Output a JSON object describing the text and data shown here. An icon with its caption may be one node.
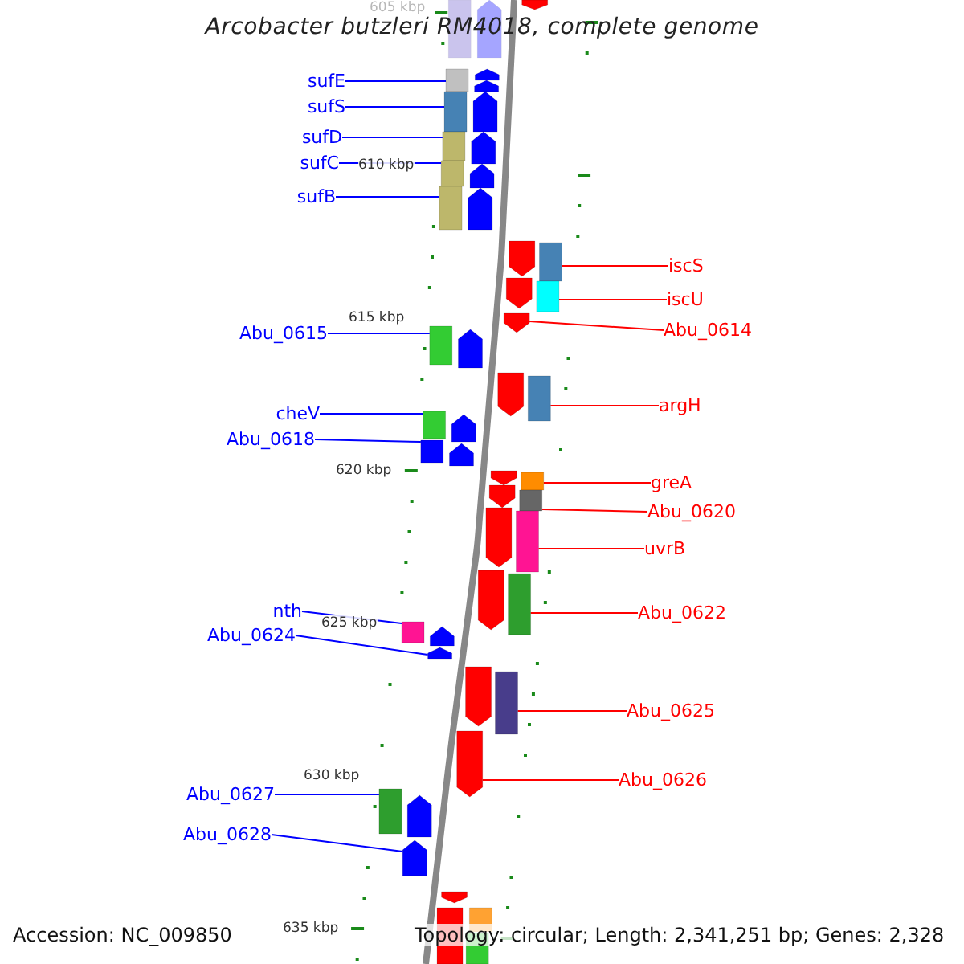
{
  "diagram": {
    "title": "Arcobacter butzleri RM4018, complete genome",
    "nodes": [
      {
        "text": [
          "sufE"
        ]
      },
      {
        "text": [],
        "shape": "bar"
      },
      {
        "text": [
          "sufS"
        ]
      },
      {
        "text": [],
        "shape": "bar"
      },
      {
        "text": [
          "sufD"
        ]
      },
      {
        "text": [],
        "shape": "bar"
      },
      {
        "text": [
          "sufC"
        ]
      },
      {
        "text": [],
        "shape": "bar"
      },
      {
        "text": [
          "sufB"
        ]
      },
      {
        "text": [],
        "shape": "bar"
      },
      {
        "text": [
          "iscS"
        ]
      },
      {
        "text": [],
        "shape": "bar"
      },
      {
        "text": [
          "iscU"
        ]
      },
      {
        "text": [],
        "shape": "bar"
      },
      {
        "text": [
          "Abu_0614"
        ]
      },
      {
        "text": [],
        "shape": "bar"
      },
      {
        "text": [
          "Abu_0615"
        ]
      },
      {
        "text": [],
        "shape": "bar"
      },
      {
        "text": [
          "argH"
        ]
      },
      {
        "text": [],
        "shape": "bar"
      },
      {
        "text": [
          "cheV"
        ]
      },
      {
        "text": [],
        "shape": "bar"
      },
      {
        "text": [
          "Abu_0618"
        ]
      },
      {
        "text": [],
        "shape": "bar"
      },
      {
        "text": [
          "greA"
        ]
      },
      {
        "text": [],
        "shape": "bar"
      },
      {
        "text": [
          "Abu_0620"
        ]
      },
      {
        "text": [],
        "shape": "bar"
      },
      {
        "text": [
          "uvrB"
        ]
      },
      {
        "text": [],
        "shape": "bar"
      },
      {
        "text": [
          "nth"
        ]
      },
      {
        "text": [],
        "shape": "bar"
      },
      {
        "text": [
          "Abu_0622"
        ]
      },
      {
        "text": [],
        "shape": "bar"
      },
      {
        "text": [
          "Abu_0624"
        ]
      },
      {
        "text": [],
        "shape": "bar"
      },
      {
        "text": [
          "Abu_0625"
        ]
      },
      {
        "text": [],
        "shape": "bar"
      },
      {
        "text": [
          "Abu_0626"
        ]
      },
      {
        "text": [],
        "shape": "bar"
      },
      {
        "text": [
          "Abu_0627"
        ]
      },
      {
        "text": [],
        "shape": "bar"
      },
      {
        "text": [
          "Abu_0628"
        ]
      },
      {
        "text": [],
        "shape": "bar"
      },
      {
        "text": [],
        "shape": "bar"
      },
      {
        "text": [],
        "shape": "bar"
      },
      {
        "text": [],
        "shape": "bar"
      },
      {
        "text": [],
        "shape": "bar"
      },
      {
        "text": [],
        "shape": "bar"
      },
      {
        "text": [],
        "shape": "bar"
      },
      {
        "text": [],
        "shape": "bar"
      },
      {
        "text": [],
        "shape": "bar"
      },
      {
        "text": [],
        "shape": "bar"
      },
      {
        "text": [],
        "shape": "bar"
      },
      {
        "text": [],
        "shape": "bar"
      },
      {
        "text": [],
        "shape": "bar"
      },
      {
        "text": [],
        "shape": "bar"
      },
      {
        "text": [],
        "shape": "bar"
      },
      {
        "text": [],
        "shape": "bar"
      },
      {
        "text": [],
        "shape": "bar"
      },
      {
        "text": [],
        "shape": "bar"
      },
      {
        "text": [],
        "shape": "bar"
      },
      {
        "text": [],
        "shape": "bar"
      },
      {
        "text": [],
        "shape": "bar"
      },
      {
        "text": [],
        "shape": "bar"
      },
      {
        "text": [],
        "shape": "bar"
      },
      {
        "text": [],
        "shape": "bar"
      },
      {
        "text": [],
        "shape": "bar"
      },
      {
        "text": [],
        "shape": "bar"
      },
      {
        "text": [],
        "shape": "bar"
      }
    ],
    "edges": [
      {
        "from": 0,
        "to": 1,
        "arrow": "none",
        "color": "#0000ff"
      },
      {
        "from": 2,
        "to": 3,
        "arrow": "none",
        "color": "#0000ff"
      },
      {
        "from": 4,
        "to": 5,
        "arrow": "none",
        "color": "#0000ff"
      },
      {
        "from": 6,
        "to": 7,
        "arrow": "none",
        "color": "#0000ff"
      },
      {
        "from": 8,
        "to": 9,
        "arrow": "none",
        "color": "#0000ff"
      },
      {
        "from": 10,
        "to": 11,
        "arrow": "none",
        "color": "#ff0000"
      },
      {
        "from": 12,
        "to": 13,
        "arrow": "none",
        "color": "#ff0000"
      },
      {
        "from": 14,
        "to": 15,
        "arrow": "none",
        "color": "#ff0000"
      },
      {
        "from": 16,
        "to": 17,
        "arrow": "none",
        "color": "#0000ff"
      },
      {
        "from": 18,
        "to": 19,
        "arrow": "none",
        "color": "#ff0000"
      },
      {
        "from": 20,
        "to": 21,
        "arrow": "none",
        "color": "#0000ff"
      },
      {
        "from": 22,
        "to": 23,
        "arrow": "none",
        "color": "#0000ff"
      },
      {
        "from": 24,
        "to": 25,
        "arrow": "none",
        "color": "#ff0000"
      },
      {
        "from": 26,
        "to": 27,
        "arrow": "none",
        "color": "#ff0000"
      },
      {
        "from": 28,
        "to": 29,
        "arrow": "none",
        "color": "#ff0000"
      },
      {
        "from": 30,
        "to": 31,
        "arrow": "none",
        "color": "#0000ff"
      },
      {
        "from": 32,
        "to": 33,
        "arrow": "none",
        "color": "#ff0000"
      },
      {
        "from": 34,
        "to": 35,
        "arrow": "none",
        "color": "#0000ff"
      },
      {
        "from": 36,
        "to": 37,
        "arrow": "none",
        "color": "#ff0000"
      },
      {
        "from": 38,
        "to": 39,
        "arrow": "none",
        "color": "#ff0000"
      },
      {
        "from": 40,
        "to": 41,
        "arrow": "none",
        "color": "#0000ff"
      },
      {
        "from": 42,
        "to": 43,
        "arrow": "none",
        "color": "#0000ff"
      }
    ],
    "labels": [
      "605 kbp",
      "610 kbp",
      "615 kbp",
      "620 kbp",
      "625 kbp",
      "630 kbp",
      "635 kbp",
      "Accession: NC_009850",
      "Topology: circular; Length: 2,341,251 bp; Genes: 2,328"
    ]
  }
}
